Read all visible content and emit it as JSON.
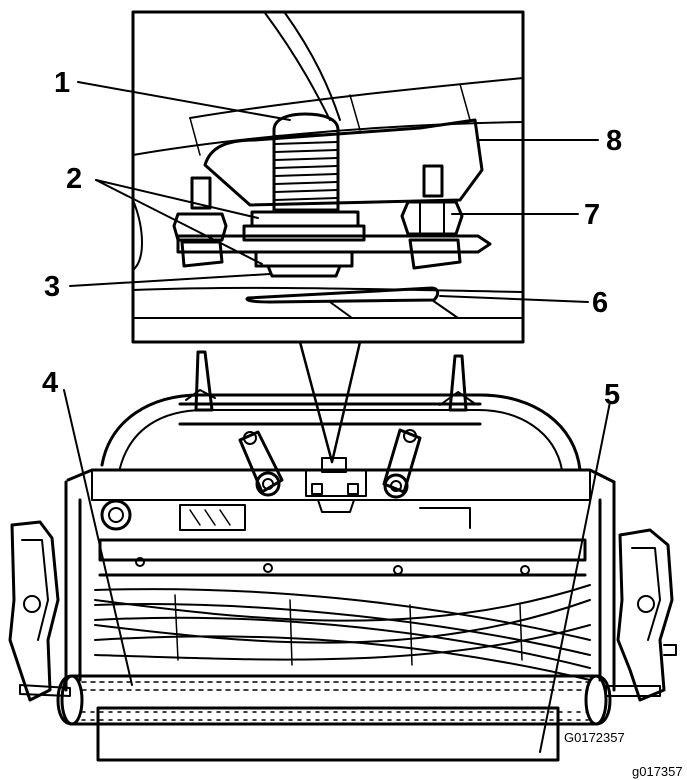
{
  "callouts": [
    "1",
    "2",
    "3",
    "4",
    "5",
    "6",
    "7",
    "8"
  ],
  "figure_code": "G0172357",
  "footer_code": "g017357"
}
